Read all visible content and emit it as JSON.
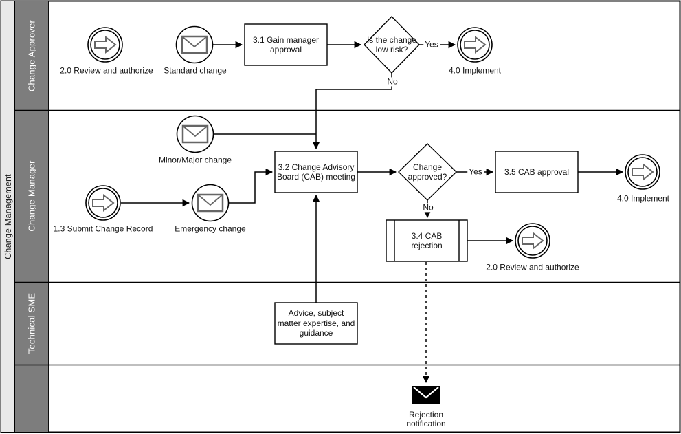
{
  "pool": {
    "title": "Change Management"
  },
  "lanes": [
    {
      "label": "Change Approver"
    },
    {
      "label": "Change Manager"
    },
    {
      "label": "Technical SME"
    },
    {
      "label": ""
    }
  ],
  "nodes": {
    "review_authorize_1": {
      "type": "link-event",
      "label": "2.0 Review and authorize"
    },
    "standard_change": {
      "type": "message-event",
      "label": "Standard change"
    },
    "task_3_1": {
      "type": "task",
      "label": "3.1 Gain manager approval"
    },
    "gateway_low_risk": {
      "type": "gateway",
      "label": "Is the change low risk?"
    },
    "implement_1": {
      "type": "link-event",
      "label": "4.0 Implement"
    },
    "minor_major_change": {
      "type": "message-event",
      "label": "Minor/Major change"
    },
    "submit_change_record": {
      "type": "link-event",
      "label": "1.3 Submit Change Record"
    },
    "emergency_change": {
      "type": "message-event",
      "label": "Emergency change"
    },
    "task_3_2": {
      "type": "task",
      "label": "3.2 Change Advisory Board (CAB) meeting"
    },
    "gateway_change_approved": {
      "type": "gateway",
      "label": "Change approved?"
    },
    "task_3_5": {
      "type": "task",
      "label": "3.5 CAB approval"
    },
    "implement_2": {
      "type": "link-event",
      "label": "4.0 Implement"
    },
    "task_3_4": {
      "type": "task",
      "label": "3.4 CAB rejection"
    },
    "review_authorize_2": {
      "type": "link-event",
      "label": "2.0 Review and authorize"
    },
    "advice_box": {
      "type": "task",
      "label": "Advice, subject matter expertise, and guidance"
    },
    "rejection_notification": {
      "type": "message",
      "label": "Rejection notification"
    }
  },
  "edge_labels": {
    "low_risk_yes": "Yes",
    "low_risk_no": "No",
    "approved_yes": "Yes",
    "approved_no": "No"
  },
  "colors": {
    "lane_header": "#7d7d7d",
    "pool_strip": "#e8e8e8",
    "line": "#000000",
    "icon_stroke": "#666666",
    "lane_label_text": "#ffffff"
  }
}
